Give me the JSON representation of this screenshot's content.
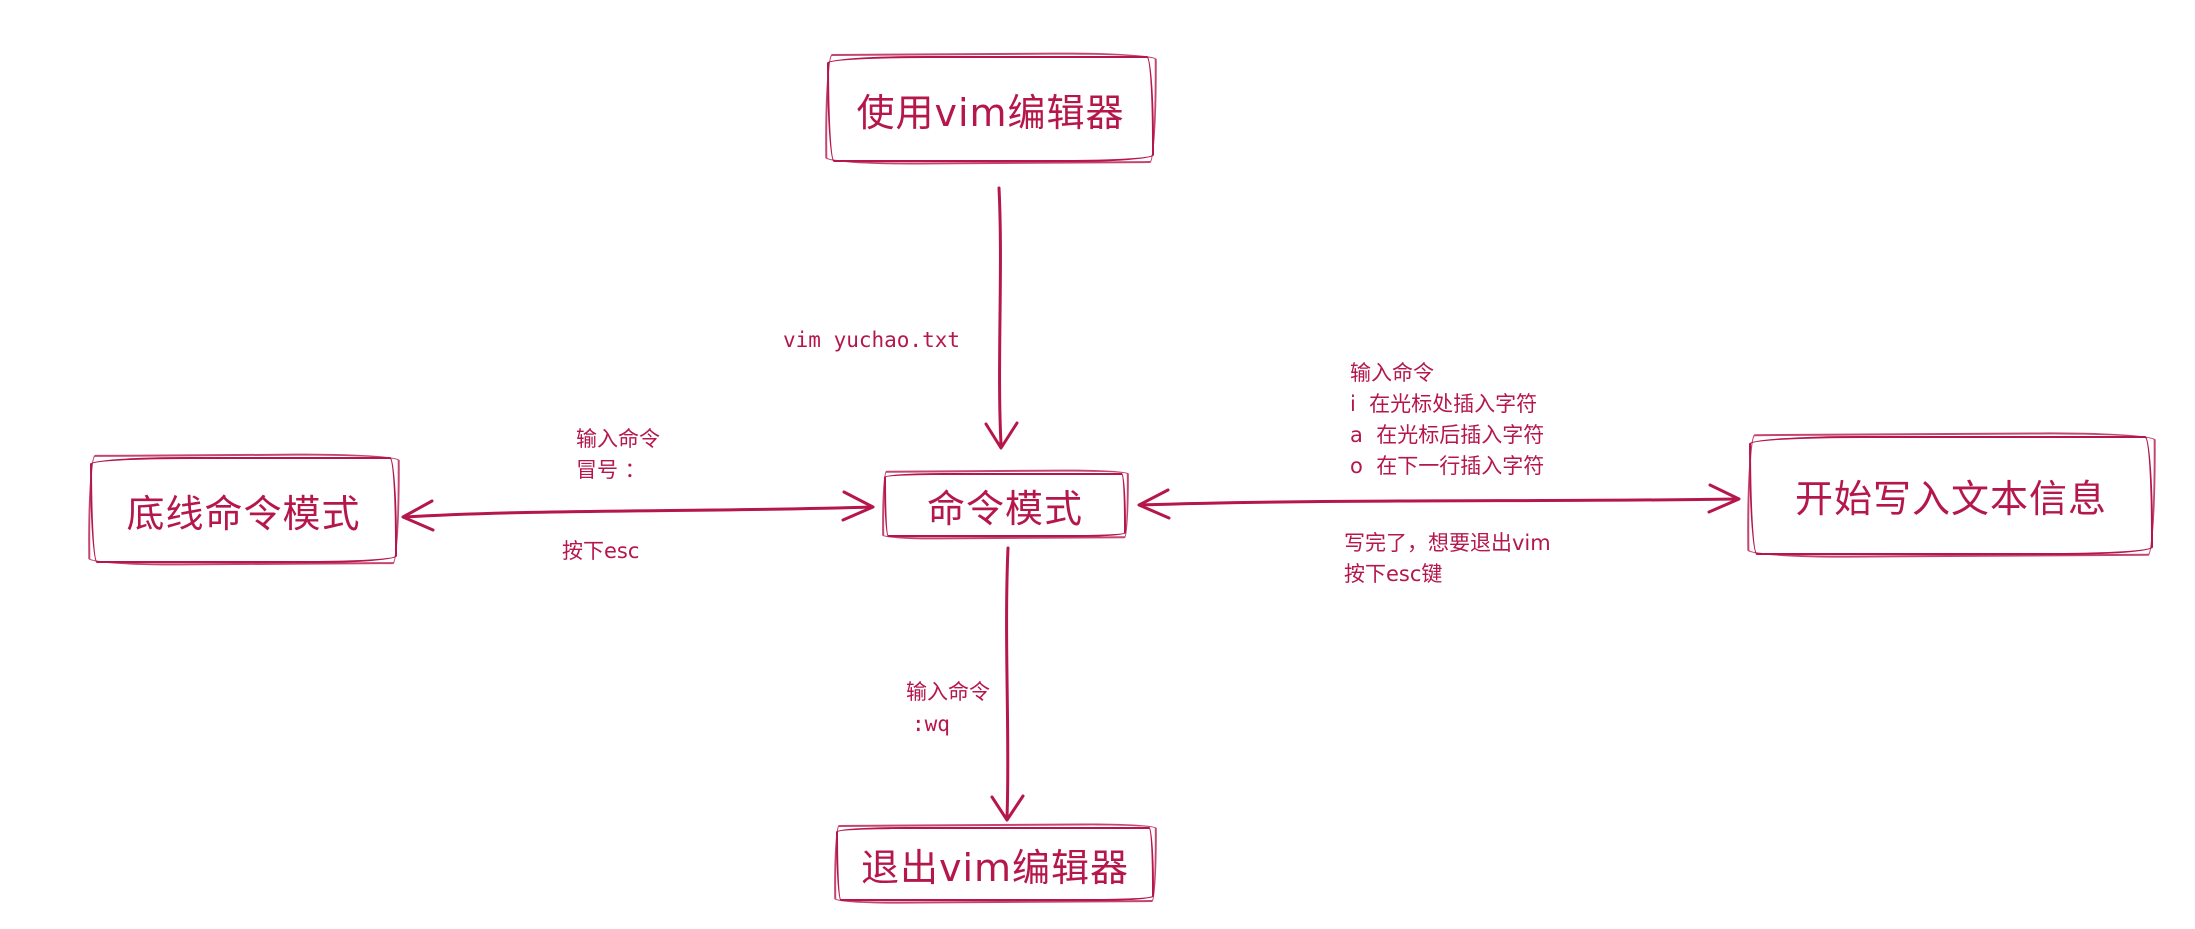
{
  "colors": {
    "accent": "#b5174b",
    "background": "#ffffff"
  },
  "nodes": {
    "use_vim": {
      "label": "使用vim编辑器"
    },
    "command_mode": {
      "label": "命令模式"
    },
    "bottom_line_mode": {
      "label": "底线命令模式"
    },
    "write_text": {
      "label": "开始写入文本信息"
    },
    "exit_vim": {
      "label": "退出vim编辑器"
    }
  },
  "edges": {
    "top_to_center": {
      "label": "vim yuchao.txt"
    },
    "left_to_center": {
      "above": [
        "输入命令",
        "冒号 ："
      ],
      "below": "按下esc"
    },
    "center_to_right": {
      "above": [
        "输入命令",
        "i  在光标处插入字符",
        "a  在光标后插入字符",
        "o  在下一行插入字符"
      ],
      "below": [
        "写完了，想要退出vim",
        "按下esc键"
      ]
    },
    "center_to_bottom": {
      "lines": [
        "输入命令",
        ":wq"
      ]
    }
  }
}
